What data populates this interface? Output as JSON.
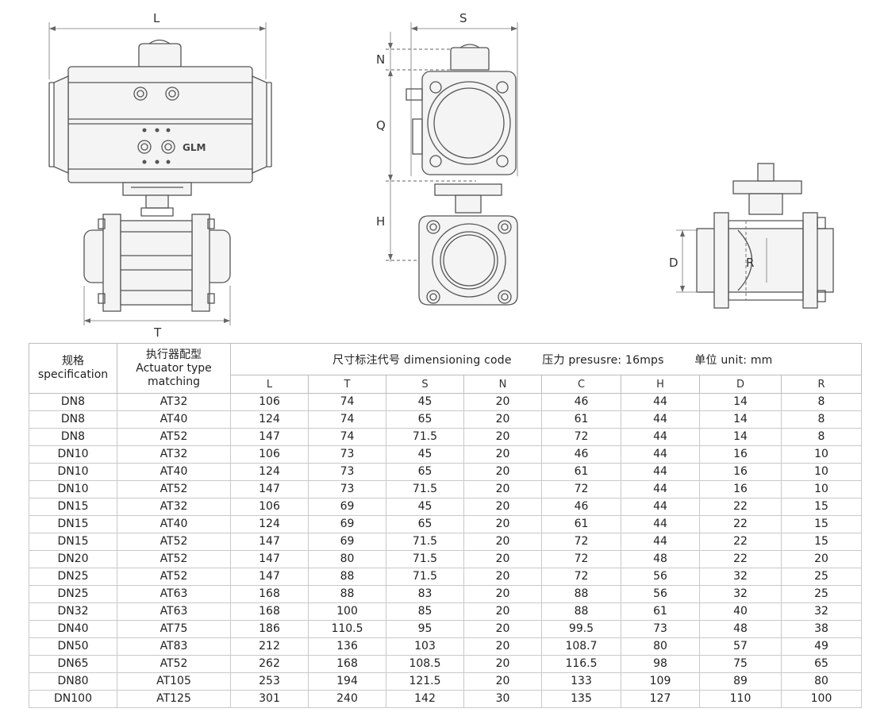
{
  "dimension_labels": {
    "L": "L",
    "T": "T",
    "S": "S",
    "N": "N",
    "Q": "Q",
    "H": "H",
    "D": "D",
    "R": "R"
  },
  "logo_text": "GLM",
  "table": {
    "spec_header_cn": "规格",
    "spec_header_en": "specification",
    "actuator_header_cn": "执行器配型",
    "actuator_header_en1": "Actuator type",
    "actuator_header_en2": "matching",
    "code_header": "尺寸标注代号 dimensioning code",
    "pressure_header": "压力 presusre: 16mps",
    "unit_header": "单位 unit: mm",
    "columns": [
      "L",
      "T",
      "S",
      "N",
      "C",
      "H",
      "D",
      "R"
    ],
    "rows": [
      [
        "DN8",
        "AT32",
        "106",
        "74",
        "45",
        "20",
        "46",
        "44",
        "14",
        "8"
      ],
      [
        "DN8",
        "AT40",
        "124",
        "74",
        "65",
        "20",
        "61",
        "44",
        "14",
        "8"
      ],
      [
        "DN8",
        "AT52",
        "147",
        "74",
        "71.5",
        "20",
        "72",
        "44",
        "14",
        "8"
      ],
      [
        "DN10",
        "AT32",
        "106",
        "73",
        "45",
        "20",
        "46",
        "44",
        "16",
        "10"
      ],
      [
        "DN10",
        "AT40",
        "124",
        "73",
        "65",
        "20",
        "61",
        "44",
        "16",
        "10"
      ],
      [
        "DN10",
        "AT52",
        "147",
        "73",
        "71.5",
        "20",
        "72",
        "44",
        "16",
        "10"
      ],
      [
        "DN15",
        "AT32",
        "106",
        "69",
        "45",
        "20",
        "46",
        "44",
        "22",
        "15"
      ],
      [
        "DN15",
        "AT40",
        "124",
        "69",
        "65",
        "20",
        "61",
        "44",
        "22",
        "15"
      ],
      [
        "DN15",
        "AT52",
        "147",
        "69",
        "71.5",
        "20",
        "72",
        "44",
        "22",
        "15"
      ],
      [
        "DN20",
        "AT52",
        "147",
        "80",
        "71.5",
        "20",
        "72",
        "48",
        "22",
        "20"
      ],
      [
        "DN25",
        "AT52",
        "147",
        "88",
        "71.5",
        "20",
        "72",
        "56",
        "32",
        "25"
      ],
      [
        "DN25",
        "AT63",
        "168",
        "88",
        "83",
        "20",
        "88",
        "56",
        "32",
        "25"
      ],
      [
        "DN32",
        "AT63",
        "168",
        "100",
        "85",
        "20",
        "88",
        "61",
        "40",
        "32"
      ],
      [
        "DN40",
        "AT75",
        "186",
        "110.5",
        "95",
        "20",
        "99.5",
        "73",
        "48",
        "38"
      ],
      [
        "DN50",
        "AT83",
        "212",
        "136",
        "103",
        "20",
        "108.7",
        "80",
        "57",
        "49"
      ],
      [
        "DN65",
        "AT52",
        "262",
        "168",
        "108.5",
        "20",
        "116.5",
        "98",
        "75",
        "65"
      ],
      [
        "DN80",
        "AT105",
        "253",
        "194",
        "121.5",
        "20",
        "133",
        "109",
        "89",
        "80"
      ],
      [
        "DN100",
        "AT125",
        "301",
        "240",
        "142",
        "30",
        "135",
        "127",
        "110",
        "100"
      ]
    ]
  }
}
